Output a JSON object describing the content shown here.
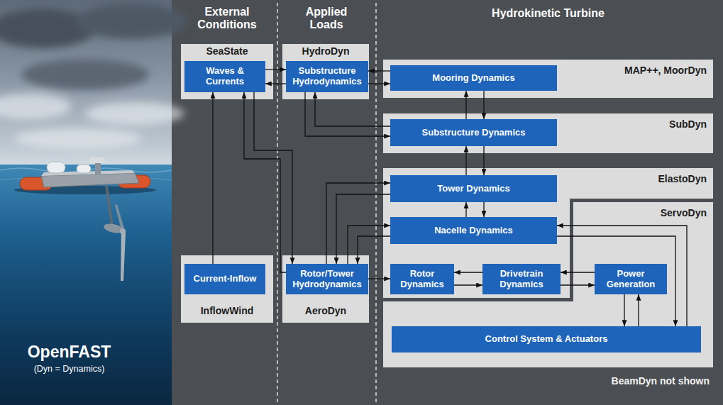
{
  "diagram": {
    "nodes": [
      {
        "text": [
          "SeaState"
        ]
      },
      {
        "text": [
          "Waves & Currents"
        ],
        "in": 0
      },
      {
        "text": [
          "HydroDyn"
        ]
      },
      {
        "text": [
          "Substructure Hydrodynamics"
        ],
        "in": 2
      },
      {
        "text": [
          "MAP++, MoorDyn"
        ]
      },
      {
        "text": [
          "Mooring Dynamics"
        ],
        "in": 4
      },
      {
        "text": [
          "SubDyn"
        ]
      },
      {
        "text": [
          "Substructure Dynamics"
        ],
        "in": 6
      },
      {
        "text": [
          "ElastoDyn"
        ]
      },
      {
        "text": [
          "Tower Dynamics"
        ],
        "in": 8
      },
      {
        "text": [
          "Nacelle Dynamics"
        ],
        "in": 8
      },
      {
        "text": [
          "ServoDyn"
        ]
      },
      {
        "text": [
          "InflowWind"
        ]
      },
      {
        "text": [
          "Current-Inflow"
        ],
        "in": 12
      },
      {
        "text": [
          "AeroDyn"
        ]
      },
      {
        "text": [
          "Rotor/Tower Hydrodynamics"
        ],
        "in": 14
      },
      {
        "text": [
          "Rotor Dynamics"
        ],
        "in": 8
      },
      {
        "text": [
          "Drivetrain Dynamics"
        ],
        "in": 8
      },
      {
        "text": [
          "Power Generation"
        ],
        "in": 11
      },
      {
        "text": [
          "Control System & Actuators"
        ],
        "in": 11
      }
    ],
    "edges": [
      {
        "from": 1,
        "to": 3,
        "arrow": "to"
      },
      {
        "from": 3,
        "to": 1,
        "arrow": "to"
      },
      {
        "from": 5,
        "to": 3,
        "arrow": "to"
      },
      {
        "from": 3,
        "to": 5,
        "arrow": "to"
      },
      {
        "from": 3,
        "to": 7,
        "arrow": "to"
      },
      {
        "from": 7,
        "to": 3,
        "arrow": "to"
      },
      {
        "from": 5,
        "to": 7,
        "arrow": "to"
      },
      {
        "from": 7,
        "to": 5,
        "arrow": "to"
      },
      {
        "from": 7,
        "to": 9,
        "arrow": "to"
      },
      {
        "from": 9,
        "to": 7,
        "arrow": "to"
      },
      {
        "from": 9,
        "to": 10,
        "arrow": "to"
      },
      {
        "from": 10,
        "to": 9,
        "arrow": "to"
      },
      {
        "from": 1,
        "to": 15,
        "arrow": "to"
      },
      {
        "from": 15,
        "to": 1,
        "arrow": "to"
      },
      {
        "from": 15,
        "to": 9,
        "arrow": "to"
      },
      {
        "from": 9,
        "to": 15,
        "arrow": "to"
      },
      {
        "from": 15,
        "to": 10,
        "arrow": "to"
      },
      {
        "from": 10,
        "to": 15,
        "arrow": "to"
      },
      {
        "from": 15,
        "to": 16,
        "arrow": "to"
      },
      {
        "from": 17,
        "to": 16,
        "arrow": "to"
      },
      {
        "from": 16,
        "to": 17,
        "arrow": "to"
      },
      {
        "from": 18,
        "to": 17,
        "arrow": "to"
      },
      {
        "from": 17,
        "to": 18,
        "arrow": "to"
      },
      {
        "from": 18,
        "to": 19,
        "arrow": "to"
      },
      {
        "from": 19,
        "to": 18,
        "arrow": "to"
      },
      {
        "from": 19,
        "to": 10,
        "arrow": "to"
      },
      {
        "from": 10,
        "to": 19,
        "arrow": "to"
      },
      {
        "from": 13,
        "to": 1,
        "arrow": "to"
      }
    ],
    "labels": [
      "External Conditions",
      "Applied Loads",
      "Hydrokinetic Turbine",
      "OpenFAST",
      "(Dyn = Dynamics)",
      "BeamDyn not shown"
    ]
  }
}
